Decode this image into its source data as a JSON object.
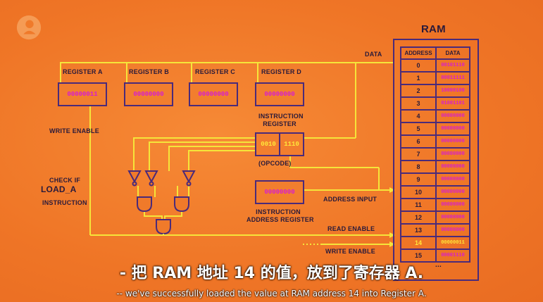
{
  "ram": {
    "title": "RAM",
    "col_address": "ADDRESS",
    "col_data": "DATA",
    "rows": [
      {
        "address": "0",
        "data": "00101110"
      },
      {
        "address": "1",
        "data": "00011111"
      },
      {
        "address": "2",
        "data": "10000100"
      },
      {
        "address": "3",
        "data": "01001101"
      },
      {
        "address": "4",
        "data": "00000000"
      },
      {
        "address": "5",
        "data": "00000000"
      },
      {
        "address": "6",
        "data": "00000000"
      },
      {
        "address": "7",
        "data": "00000000"
      },
      {
        "address": "8",
        "data": "00000000"
      },
      {
        "address": "9",
        "data": "00000000"
      },
      {
        "address": "10",
        "data": "00000000"
      },
      {
        "address": "11",
        "data": "00000000"
      },
      {
        "address": "12",
        "data": "00000000"
      },
      {
        "address": "13",
        "data": "00000000"
      },
      {
        "address": "14",
        "data": "00000011"
      },
      {
        "address": "15",
        "data": "00001110"
      }
    ],
    "ellipsis": "..."
  },
  "registers": {
    "a": {
      "label": "REGISTER A",
      "value": "00000011"
    },
    "b": {
      "label": "REGISTER B",
      "value": "00000000"
    },
    "c": {
      "label": "REGISTER C",
      "value": "00000000"
    },
    "d": {
      "label": "REGISTER D",
      "value": "00000000"
    }
  },
  "instruction_register": {
    "label_1": "INSTRUCTION",
    "label_2": "REGISTER",
    "opcode": "0010",
    "operand": "1110",
    "opcode_label": "(OPCODE)"
  },
  "instruction_address_register": {
    "value": "00000000",
    "label_1": "INSTRUCTION",
    "label_2": "ADDRESS REGISTER"
  },
  "labels": {
    "data": "DATA",
    "write_enable_left": "WRITE ENABLE",
    "check_if": "CHECK IF",
    "load_a": "LOAD_A",
    "instruction": "INSTRUCTION",
    "address_input": "ADDRESS INPUT",
    "read_enable": "READ ENABLE",
    "write_enable": "WRITE ENABLE"
  },
  "subtitles": {
    "chinese": "- 把 RAM 地址 14 的值，放到了寄存器 A.",
    "english": "-- we've successfully loaded the value at RAM address 14 into Register A."
  },
  "colors": {
    "background": "#f07a2a",
    "wire": "#f5e53a",
    "outline": "#4a2a7a",
    "value": "#d61cd2",
    "highlight": "#ffe63a"
  }
}
